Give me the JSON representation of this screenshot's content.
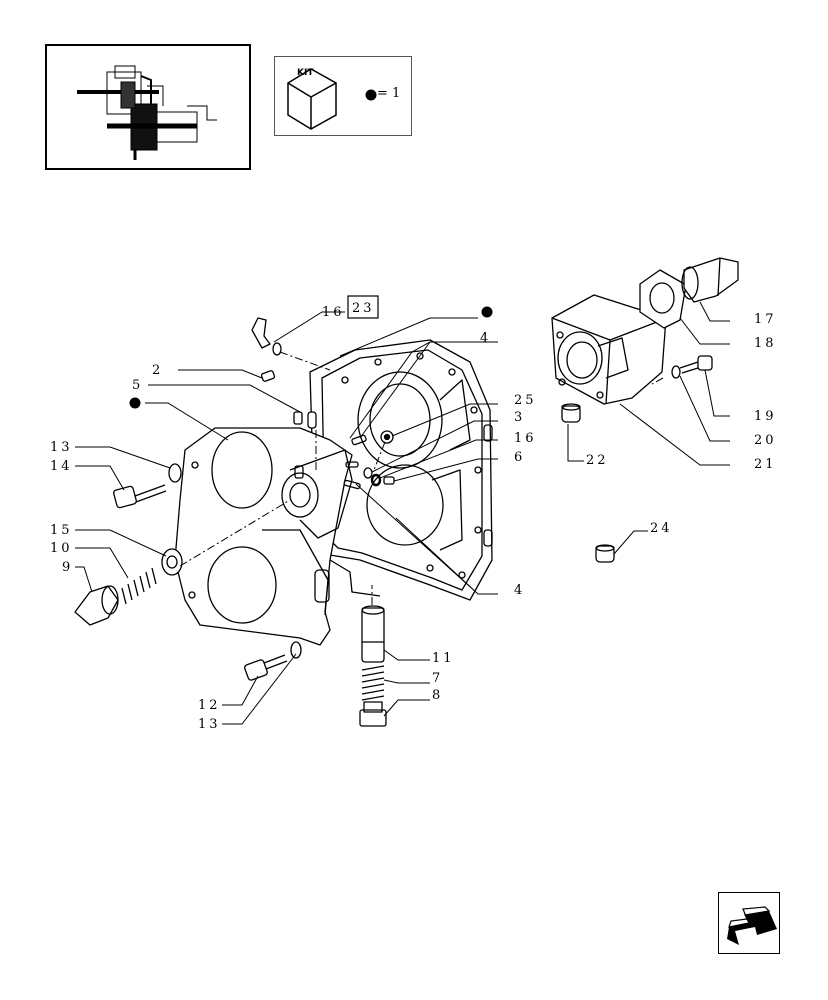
{
  "kit_legend": {
    "label": "KIT",
    "equals": "= 1"
  },
  "callouts": {
    "c2": "2",
    "c5": "5",
    "c13a": "13",
    "c14": "14",
    "c15": "15",
    "c10": "10",
    "c9": "9",
    "c12": "12",
    "c13b": "13",
    "c16a": "16",
    "c23": "23",
    "c4a": "4",
    "c25": "25",
    "c3": "3",
    "c16b": "16",
    "c6": "6",
    "c4b": "4",
    "c11": "11",
    "c7": "7",
    "c8": "8",
    "c17": "17",
    "c18": "18",
    "c19": "19",
    "c20": "20",
    "c21": "21",
    "c22": "22",
    "c24": "24"
  },
  "icons": {
    "kit": "kit-cube-icon",
    "bullet": "kit-bullet-icon",
    "nav": "next-page-arrow-icon"
  },
  "colors": {
    "ink": "#000000",
    "paper": "#ffffff",
    "thumb_highlight": "#111111"
  }
}
